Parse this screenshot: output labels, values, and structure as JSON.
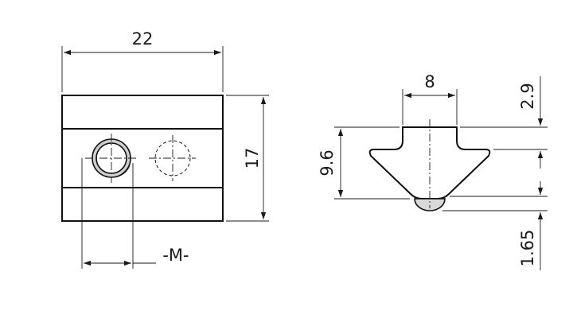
{
  "drawing": {
    "front_view": {
      "width_dim": "22",
      "height_dim": "17",
      "thread_dim": "-M-"
    },
    "side_view": {
      "top_width_dim": "8",
      "top_height_dim": "2.9",
      "total_height_dim": "9.6",
      "ball_dim": "1.65"
    },
    "colors": {
      "line": "#111111",
      "hole_fill": "#cfcfcf",
      "ball_fill": "#d9d9d9",
      "background": "#ffffff"
    }
  }
}
